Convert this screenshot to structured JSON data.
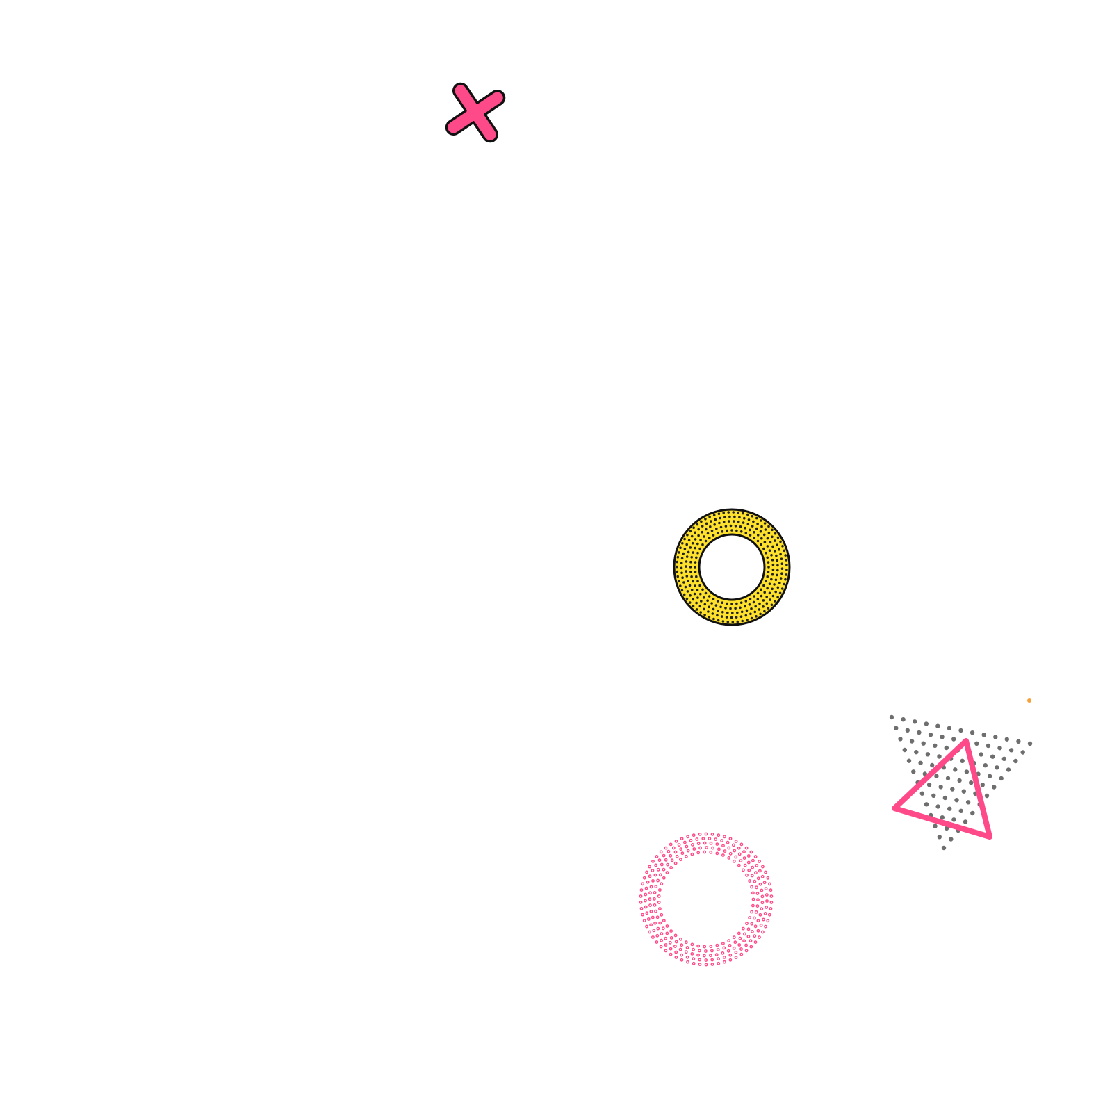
{
  "colors": {
    "background": "#ffffff",
    "pink": "#ff4a8a",
    "yellow": "#fde12d",
    "outline": "#111111",
    "gray_dots": "#6e6e6e",
    "orange": "#f5a23a"
  },
  "shapes": {
    "cross_icon": "pink-cross",
    "donut_icon": "yellow-dotted-ring",
    "triangle_icon": "pink-outline-triangle",
    "dot_triangle_icon": "gray-dot-triangle",
    "dot_ring_icon": "pink-dot-ring"
  }
}
